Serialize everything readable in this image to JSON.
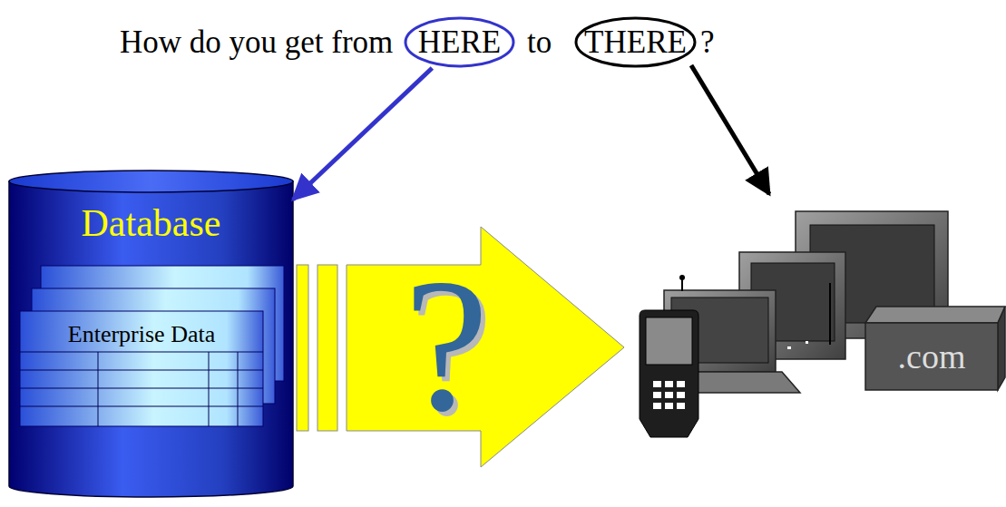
{
  "diagram": {
    "nodes": [
      {
        "text": [
          "HERE"
        ]
      },
      {
        "text": [
          "THERE"
        ]
      },
      {
        "text": [
          "Database"
        ]
      },
      {
        "text": [
          "Enterprise Data"
        ],
        "in": 2
      },
      {
        "text": [
          "?"
        ]
      },
      {
        "text": [
          ".com"
        ]
      }
    ],
    "edges": [
      {
        "from": 0,
        "to": 2,
        "arrow": "to"
      }
    ],
    "labels": [
      "How do you get from",
      "to",
      "?"
    ]
  }
}
